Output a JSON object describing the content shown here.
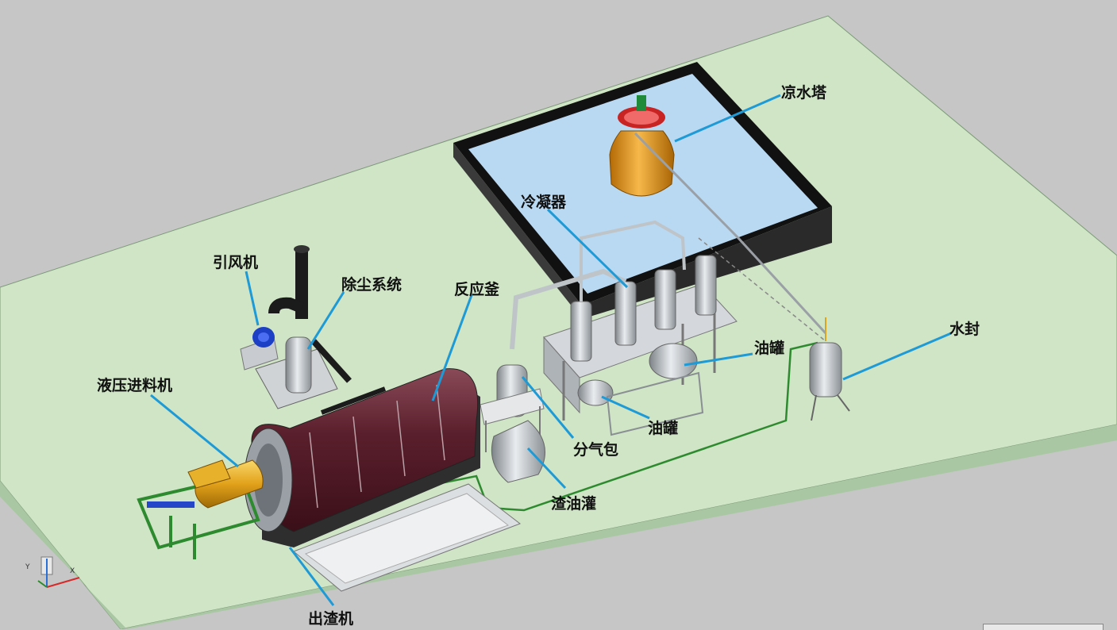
{
  "labels": {
    "cooling_tower": "凉水塔",
    "condenser": "冷凝器",
    "induced_fan": "引风机",
    "dust_removal": "除尘系统",
    "reactor": "反应釜",
    "hydraulic_feeder": "液压进料机",
    "oil_tank_right": "油罐",
    "oil_tank_lower": "油罐",
    "gas_separator": "分气包",
    "slag_oil_tank": "渣油灌",
    "water_seal": "水封",
    "slag_discharger": "出渣机"
  },
  "axis_indicator": {
    "y_label": "Y",
    "x_label": "X"
  },
  "colors": {
    "background": "#c6c6c6",
    "ground_plate": "#cfe5c6",
    "pool_frame": "#111111",
    "pool_water": "#b9d9f2",
    "leader_line": "#1e9ad6",
    "reactor_body": "#5a1f2c",
    "feeder": "#e2a11a",
    "green_pipe": "#2e8a2e",
    "steel": "#b7bcc1"
  }
}
